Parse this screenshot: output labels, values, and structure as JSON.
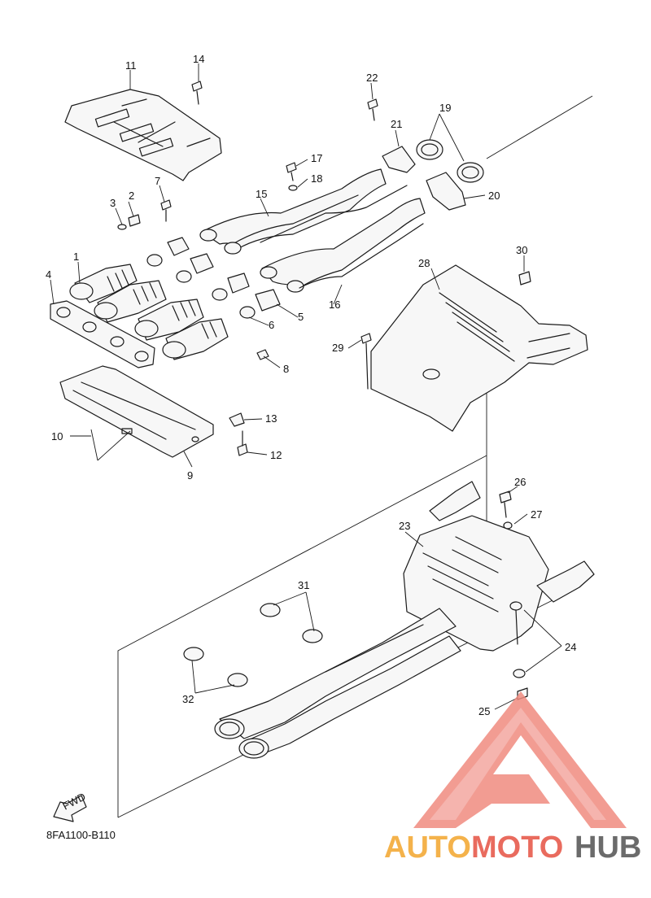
{
  "diagram": {
    "callouts": [
      "1",
      "2",
      "3",
      "4",
      "5",
      "6",
      "7",
      "8",
      "9",
      "10",
      "11",
      "12",
      "13",
      "14",
      "15",
      "16",
      "17",
      "18",
      "19",
      "20",
      "21",
      "22",
      "23",
      "24",
      "25",
      "26",
      "27",
      "28",
      "29",
      "30",
      "31",
      "32"
    ],
    "fwd_label": "FWD",
    "drawing_code": "8FA1100-B110"
  },
  "watermark": {
    "part1": "AUTO",
    "part2": "MOTO",
    "part3": "HUB",
    "colors": {
      "auto": "#f4b24b",
      "moto": "#e96b5e",
      "hub": "#6b6b6b",
      "logo": "#f08b80"
    }
  }
}
